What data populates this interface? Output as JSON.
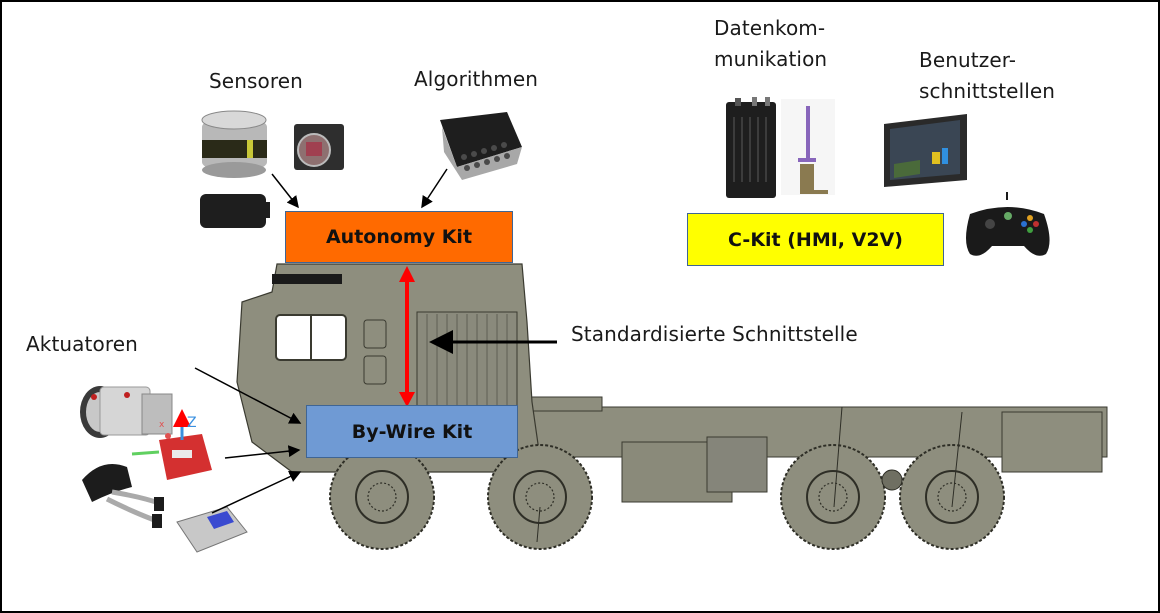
{
  "title": "Autonomy architecture of military truck",
  "labels": {
    "sensors": "Sensoren",
    "algorithms": "Algorithmen",
    "data_comm_line1": "Datenkom-",
    "data_comm_line2": "munikation",
    "user_interfaces_line1": "Benutzer-",
    "user_interfaces_line2": "schnittstellen",
    "actuators": "Aktuatoren",
    "standard_interface": "Standardisierte Schnittstelle"
  },
  "kits": {
    "autonomy": {
      "label": "Autonomy Kit",
      "color": "#ff6a00"
    },
    "bywire": {
      "label": "By-Wire Kit",
      "color": "#6f9ad4"
    },
    "ckit": {
      "label": "C-Kit (HMI, V2V)",
      "color": "#ffff00"
    }
  },
  "colors": {
    "truck_body": "#8e8e7e",
    "truck_outline": "#3a3a30",
    "interface_arrow": "#ff0000",
    "pointer_arrow": "#000000"
  },
  "devices": {
    "sensors": [
      "lidar-sensor",
      "camera-sensor",
      "radar-sensor"
    ],
    "algorithms": [
      "compute-unit"
    ],
    "data_comm": [
      "radio-unit",
      "antenna"
    ],
    "user_interfaces": [
      "rugged-tablet",
      "gamepad-controller"
    ],
    "actuators": [
      "steering-actuator",
      "imu-module",
      "pedal-assembly",
      "control-unit"
    ]
  }
}
